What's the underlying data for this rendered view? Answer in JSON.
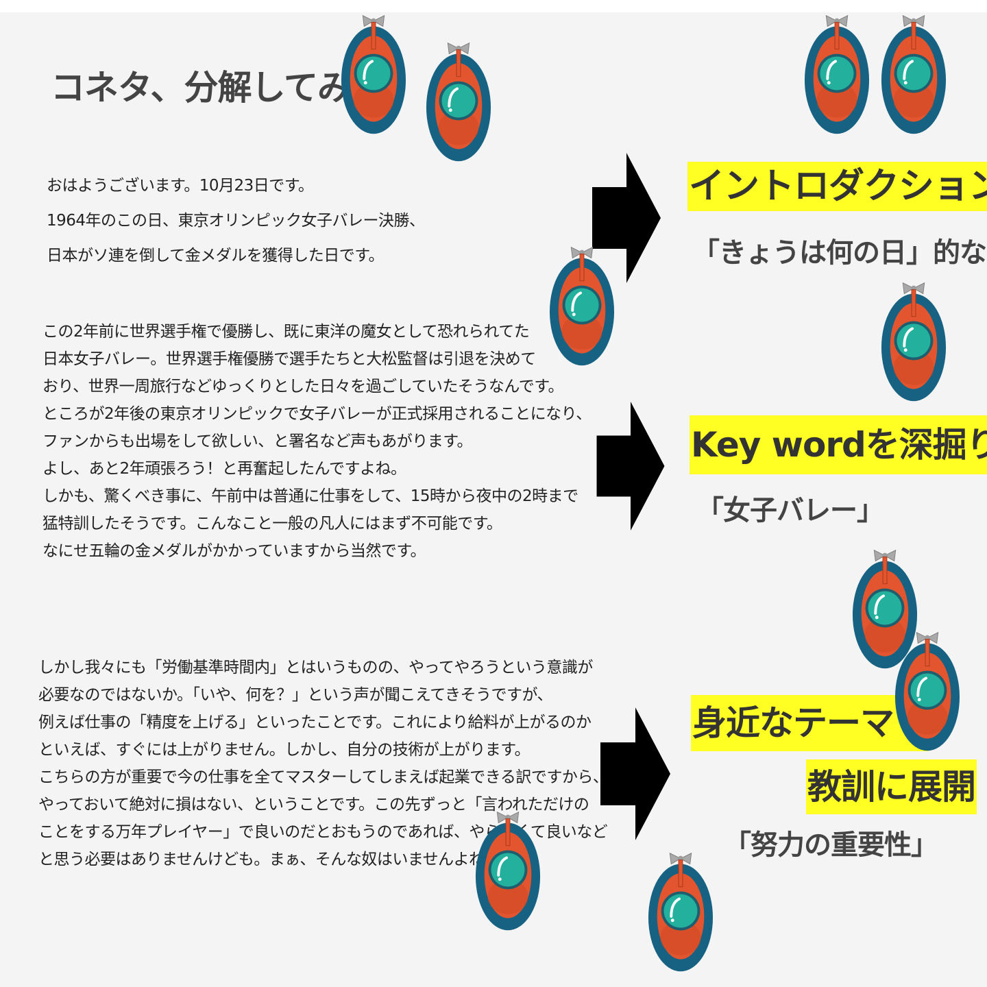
{
  "title": "コネタ、分解してみた",
  "paragraphs": {
    "p1": [
      "おはようございます。10月23日です。",
      "1964年のこの日、東京オリンピック女子バレー決勝、",
      "日本がソ連を倒して金メダルを獲得した日です。"
    ],
    "p2": [
      "この2年前に世界選手権で優勝し、既に東洋の魔女として恐れられてた",
      "日本女子バレー。世界選手権優勝で選手たちと大松監督は引退を決めて",
      "おり、世界一周旅行などゆっくりとした日々を過ごしていたそうなんです。",
      "ところが2年後の東京オリンピックで女子バレーが正式採用されることになり、",
      "ファンからも出場をして欲しい、と署名など声もあがります。",
      "よし、あと2年頑張ろう！と再奮起したんですよね。",
      "しかも、驚くべき事に、午前中は普通に仕事をして、15時から夜中の2時まで",
      "猛特訓したそうです。こんなこと一般の凡人にはまず不可能です。",
      "なにせ五輪の金メダルがかかっていますから当然です。"
    ],
    "p3": [
      "しかし我々にも「労働基準時間内」とはいうものの、やってやろうという意識が",
      "必要なのではないか。「いや、何を？」という声が聞こえてきそうですが、",
      "例えば仕事の「精度を上げる」といったことです。これにより給料が上がるのか",
      "といえば、すぐには上がりません。しかし、自分の技術が上がります。",
      "こちらの方が重要で今の仕事を全てマスターしてしまえば起業できる訳ですから、",
      "やっておいて絶対に損はない、ということです。この先ずっと「言われただけの",
      "ことをする万年プレイヤー」で良いのだとおもうのであれば、やらなくて良いなど",
      "と思う必要はありませんけども。まぁ、そんな奴はいませんよね。"
    ]
  },
  "callouts": {
    "c1_heading": "イントロダクション",
    "c1_sub": "「きょうは何の日」的な",
    "c2_heading": "Key wordを深掘り",
    "c2_sub": "「女子バレー」",
    "c3_heading_line1": "身近なテーマ・",
    "c3_heading_line2": "教訓に展開",
    "c3_sub": "「努力の重要性」"
  },
  "colors": {
    "highlight": "#ffff24",
    "character_ring": "#176282",
    "character_body": "#e2552e",
    "character_face": "#23b09c",
    "arrow": "#000000"
  },
  "icons": {
    "arrow": "right-arrow-icon",
    "character": "capsule-creature-icon"
  }
}
